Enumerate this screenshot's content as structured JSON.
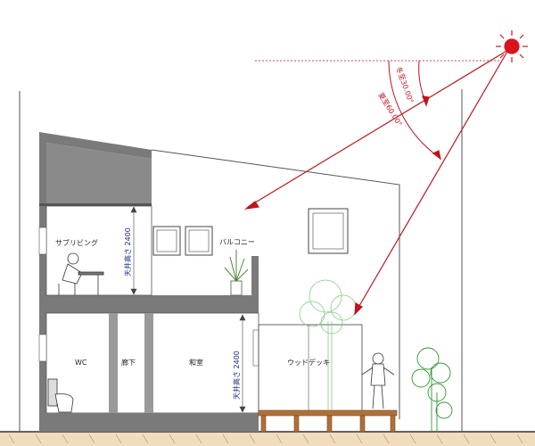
{
  "labels": {
    "supply_room": "サブリビング",
    "balcony": "バルコニー",
    "wc": "WC",
    "corridor": "廊下",
    "japanese_room": "和室",
    "wood_deck": "ウッドデッキ",
    "ceiling_upper": "天井高さ 2400",
    "ceiling_lower": "天井高さ 2400",
    "winter_angle": "冬至30.00°",
    "summer_angle": "夏至60.00°"
  },
  "colors": {
    "sun": "#d9141c",
    "ray": "#c0141b",
    "wall_gray": "#7a7a7a",
    "ground": "#e8c9a0",
    "tree_green": "#2f9a2f",
    "pale_tree": "#7fd07f",
    "deck": "#9a5a2a"
  },
  "icons": [
    "sun-icon",
    "person-icon",
    "plant-icon",
    "tree-icon",
    "toilet-icon"
  ]
}
